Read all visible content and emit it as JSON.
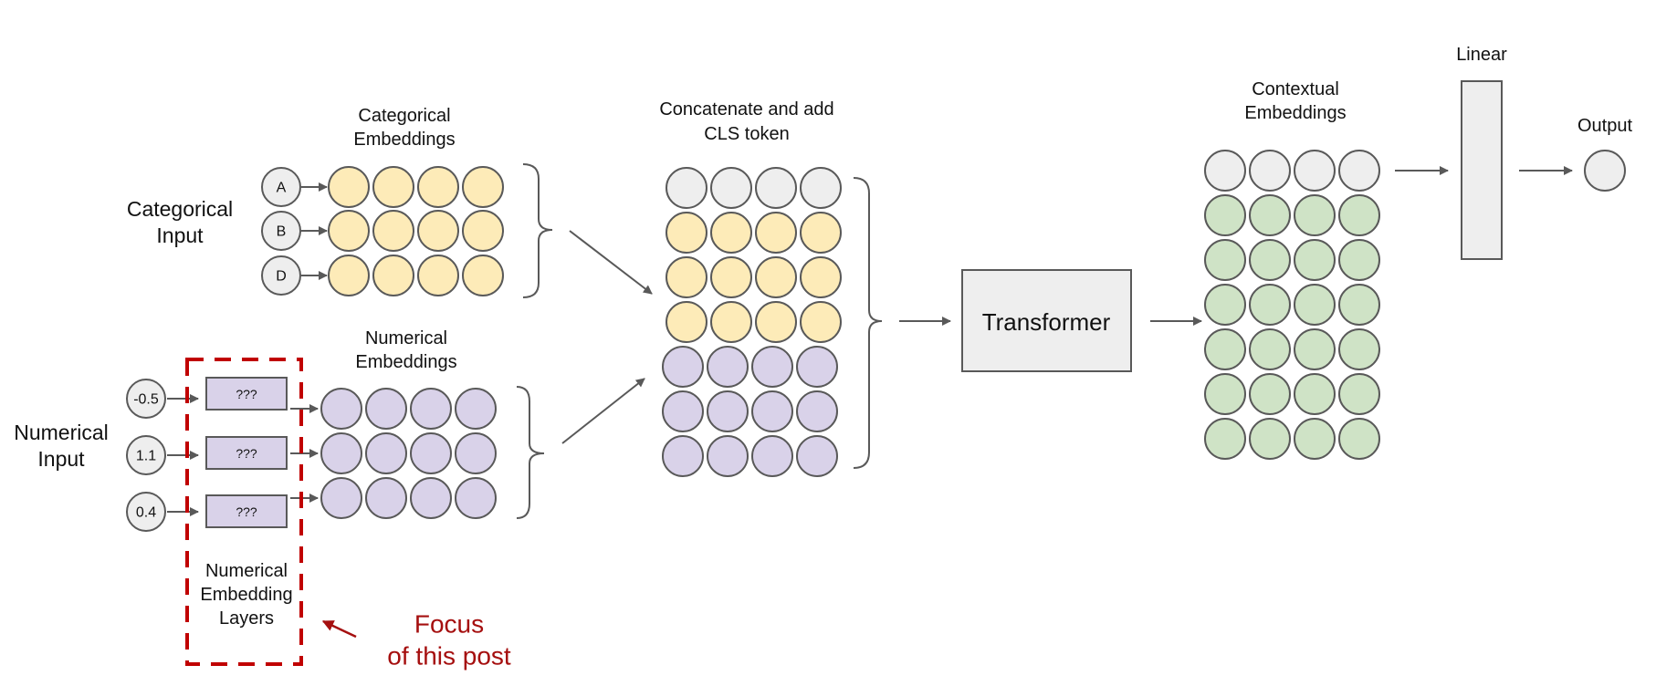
{
  "colors": {
    "neutral": "#eeeeee",
    "categorical": "#fdebb8",
    "numerical": "#d9d2e9",
    "contextual": "#cfe3c6",
    "stroke": "#595959",
    "focus": "#c00000",
    "focus_text": "#a50f0f"
  },
  "labels": {
    "categorical_input": [
      "Categorical",
      "Input"
    ],
    "numerical_input": [
      "Numerical",
      "Input"
    ],
    "categorical_embeddings": [
      "Categorical",
      "Embeddings"
    ],
    "numerical_embeddings": [
      "Numerical",
      "Embeddings"
    ],
    "concat": [
      "Concatenate and add",
      "CLS token"
    ],
    "transformer": "Transformer",
    "contextual_embeddings": [
      "Contextual",
      "Embeddings"
    ],
    "linear": "Linear",
    "output": "Output",
    "numerical_embedding_layers": [
      "Numerical",
      "Embedding",
      "Layers"
    ],
    "focus": [
      "Focus",
      "of this post"
    ]
  },
  "categorical_inputs": [
    "A",
    "B",
    "D"
  ],
  "numerical_inputs": [
    "-0.5",
    "1.1",
    "0.4"
  ],
  "embedding_layer_label": "???",
  "embedding_dim": 4,
  "concat_rows": [
    "cls",
    "categorical",
    "categorical",
    "categorical",
    "numerical",
    "numerical",
    "numerical"
  ],
  "contextual_rows": [
    "cls",
    "contextual",
    "contextual",
    "contextual",
    "contextual",
    "contextual",
    "contextual"
  ]
}
